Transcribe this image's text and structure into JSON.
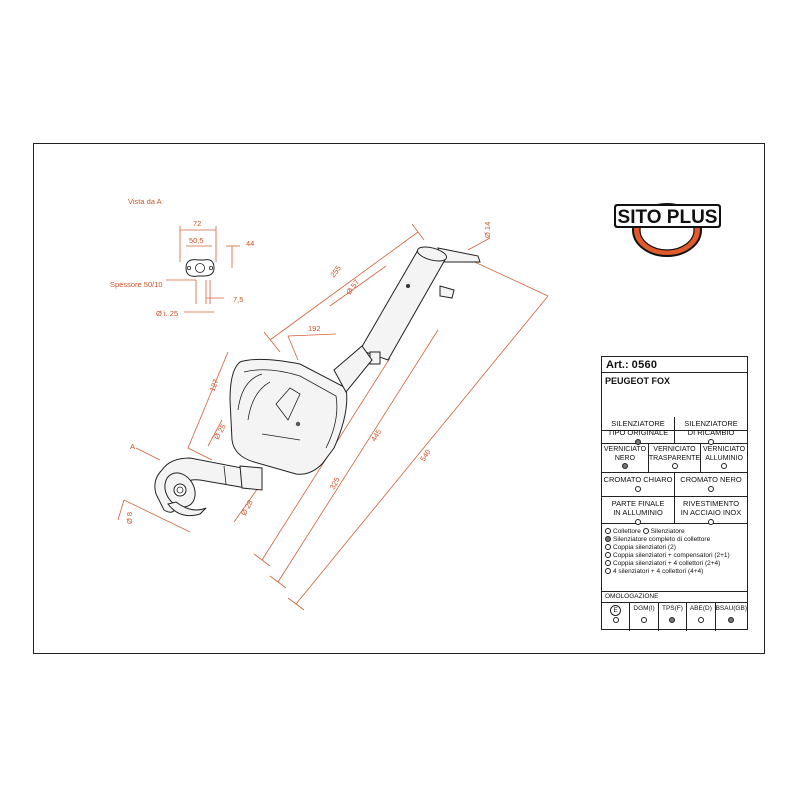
{
  "drawing": {
    "view_label": "Vista da  A",
    "arrow_label": "A",
    "thickness_label": "Spessore 50/10",
    "dimensions": {
      "d72": "72",
      "d50_5": "50,5",
      "d44": "44",
      "d7_5": "7,5",
      "dhole": "Ø i. 25",
      "d255": "255",
      "d57": "Ø 57",
      "d14": "Ø 14",
      "d192": "192",
      "d127": "127",
      "d25": "Ø 25",
      "d28": "Ø 28",
      "d325": "325",
      "d445": "445",
      "d540": "540",
      "d8": "Ø 8"
    }
  },
  "logo": {
    "text": "SITO PLUS",
    "color_ring": "#e05a2b",
    "color_text": "#111111"
  },
  "spec": {
    "art_label": "Art.:",
    "art_number": "0560",
    "model": "PEUGEOT FOX",
    "silencer_type": [
      {
        "label": "SILENZIATORE\nTIPO ORIGINALE",
        "selected": true
      },
      {
        "label": "SILENZIATORE\nDI RICAMBIO",
        "selected": false
      }
    ],
    "finish": [
      {
        "label": "VERNICIATO\nNERO",
        "selected": true
      },
      {
        "label": "VERNICIATO\nTRASPARENTE",
        "selected": false
      },
      {
        "label": "VERNICIATO\nALLUMINIO",
        "selected": false
      }
    ],
    "chrome": [
      {
        "label": "CROMATO CHIARO",
        "selected": false
      },
      {
        "label": "CROMATO NERO",
        "selected": false
      }
    ],
    "end_part": [
      {
        "label": "PARTE FINALE\nIN ALLUMINIO",
        "selected": false
      },
      {
        "label": "RIVESTIMENTO\nIN ACCIAIO INOX",
        "selected": false
      }
    ],
    "options": [
      {
        "label": "Collettore",
        "selected": false,
        "extra_label": "Silenziatore",
        "extra_selected": false
      },
      {
        "label": "Silenziatore completo di collettore",
        "selected": true
      },
      {
        "label": "Coppia silenziatori (2)",
        "selected": false
      },
      {
        "label": "Coppia silenziatori + compensatori (2+1)",
        "selected": false
      },
      {
        "label": "Coppia silenziatori + 4 collettori (2+4)",
        "selected": false
      },
      {
        "label": "4 silenziatori + 4 collettori (4+4)",
        "selected": false
      }
    ],
    "homologation_title": "OMOLOGAZIONE",
    "homologation": [
      {
        "label": "E",
        "selected": false
      },
      {
        "label": "DGM(I)",
        "selected": false
      },
      {
        "label": "TPS(F)",
        "selected": true
      },
      {
        "label": "ABE(D)",
        "selected": false
      },
      {
        "label": "BSAU(GB)",
        "selected": true
      }
    ]
  }
}
